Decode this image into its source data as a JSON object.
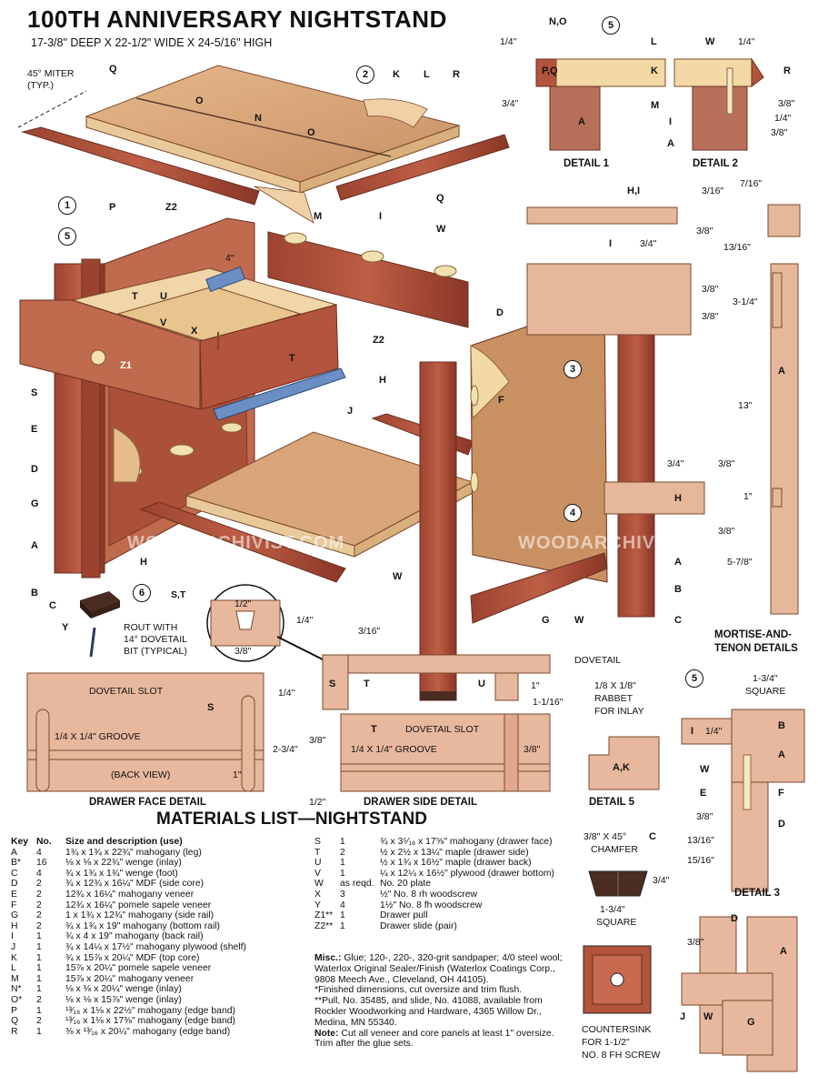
{
  "header": {
    "title": "100TH ANNIVERSARY NIGHTSTAND",
    "subtitle": "17-3/8\" DEEP X 22-1/2\" WIDE X 24-5/16\" HIGH"
  },
  "main_labels": {
    "miter": "45° MITER",
    "miter_typ": "(TYP.)",
    "q1": "Q",
    "o1": "O",
    "n": "N",
    "o2": "O",
    "k": "K",
    "l": "L",
    "r": "R",
    "p": "P",
    "m": "M",
    "q2": "Q",
    "z2a": "Z2",
    "dim4": "4\"",
    "i1": "I",
    "w1": "W",
    "t1": "T",
    "u": "U",
    "v": "V",
    "x": "X",
    "z1": "Z1",
    "t2": "T",
    "z2b": "Z2",
    "s": "S",
    "e": "E",
    "d1": "D",
    "g1": "G",
    "a1": "A",
    "b1": "B",
    "c": "C",
    "y": "Y",
    "j": "J",
    "h1": "H",
    "h2": "H",
    "w2": "W",
    "d2": "D",
    "f": "F",
    "a2": "A",
    "b2": "B",
    "g2": "G",
    "w3": "W",
    "c2": "C"
  },
  "circled": [
    "1",
    "2",
    "3",
    "4",
    "5",
    "6",
    "5",
    "5"
  ],
  "rout_note": [
    "ROUT WITH",
    "14° DOVETAIL",
    "BIT (TYPICAL)"
  ],
  "drawer_face": {
    "caption": "DRAWER FACE DETAIL",
    "dovetail_slot": "DOVETAIL SLOT",
    "groove": "1/4 X 1/4\" GROOVE",
    "back_view": "(BACK VIEW)",
    "s": "S",
    "dim_top": "1/4\"",
    "dim_height": "2-3/4\"",
    "dim_bottom": "1\"",
    "dim_half": "1/2\"",
    "st": "S,T",
    "dim_half_top": "1/2\"",
    "dim_quarter": "1/4\"",
    "dim_38": "3/8\""
  },
  "drawer_side": {
    "caption": "DRAWER SIDE DETAIL",
    "dovetail_slot": "DOVETAIL SLOT",
    "groove": "1/4 X 1/4\" GROOVE",
    "t": "T",
    "s": "S",
    "t2": "T",
    "u": "U",
    "dim_316": "3/16\"",
    "dim_38": "3/8\"",
    "dim_38b": "3/8\"",
    "dim_1": "1\"",
    "dim_1116": "1-1/16\"",
    "dovetail": "DOVETAIL"
  },
  "detail1": {
    "caption": "DETAIL 1",
    "no": "N,O",
    "pq": "P,Q",
    "a": "A",
    "dim_14": "1/4\"",
    "dim_34": "3/4\""
  },
  "detail2": {
    "caption": "DETAIL 2",
    "l": "L",
    "w": "W",
    "k": "K",
    "m": "M",
    "r": "R",
    "i": "I",
    "a": "A",
    "dim_14": "1/4\"",
    "dim_38": "3/8\"",
    "dim_14b": "1/4\"",
    "dim_38b": "3/8\""
  },
  "mortise": {
    "caption1": "MORTISE-AND-",
    "caption2": "TENON DETAILS",
    "hi": "H,I",
    "i": "I",
    "a": "A",
    "h": "H",
    "d316": "3/16\"",
    "d716": "7/16\"",
    "d38a": "3/8\"",
    "d34": "3/4\"",
    "d1316": "13/16\"",
    "d38b": "3/8\"",
    "d314": "3-1/4\"",
    "d38c": "3/8\"",
    "d13": "13\"",
    "d34b": "3/4\"",
    "d38d": "3/8\"",
    "d1": "1\"",
    "d38e": "3/8\"",
    "d578": "5-7/8\""
  },
  "detail3": {
    "caption": "DETAIL 3",
    "sq": "1-3/4\"",
    "square": "SQUARE",
    "i": "I",
    "d14": "1/4\"",
    "b": "B",
    "a": "A",
    "w": "W",
    "e": "E",
    "f": "F",
    "d": "D",
    "d38": "3/8\"",
    "d1316": "13/16\"",
    "d1516": "15/16\""
  },
  "detail4": {
    "d": "D",
    "a": "A",
    "d38": "3/8\"",
    "j": "J",
    "w": "W",
    "g": "G"
  },
  "detail5": {
    "caption": "DETAIL 5",
    "note1": "1/8 X 1/8\"",
    "note2": "RABBET",
    "note3": "FOR INLAY",
    "ak": "A,K"
  },
  "foot": {
    "chamfer1": "3/8\" X 45°",
    "chamfer2": "CHAMFER",
    "c": "C",
    "d34": "3/4\"",
    "sq": "1-3/4\"",
    "square": "SQUARE",
    "cs1": "COUNTERSINK",
    "cs2": "FOR 1-1/2\"",
    "cs3": "NO. 8 FH SCREW"
  },
  "watermark": "WOODARCHIVIST.COM",
  "materials": {
    "title": "MATERIALS LIST—NIGHTSTAND",
    "headers": [
      "Key",
      "No.",
      "Size and description (use)"
    ],
    "left": [
      [
        "A",
        "4",
        "1¾ x 1¾ x 22¾\" mahogany (leg)"
      ],
      [
        "B*",
        "16",
        "⅛ x ⅛ x 22¾\" wenge (inlay)"
      ],
      [
        "C",
        "4",
        "¾ x 1¾ x 1¾\" wenge (foot)"
      ],
      [
        "D",
        "2",
        "¾ x 12¾ x 16¼\" MDF (side core)"
      ],
      [
        "E",
        "2",
        "12¾ x 16¼\" mahogany veneer"
      ],
      [
        "F",
        "2",
        "12¾ x 16¼\" pomele sapele veneer"
      ],
      [
        "G",
        "2",
        "1 x 1¾ x 12¾\" mahogany (side rail)"
      ],
      [
        "H",
        "2",
        "¾ x 1¾ x 19\" mahogany (bottom rail)"
      ],
      [
        "I",
        "1",
        "¾ x 4 x 19\" mahogany (back rail)"
      ],
      [
        "J",
        "1",
        "¾ x 14¼ x 17½\" mahogany plywood (shelf)"
      ],
      [
        "K",
        "1",
        "¾ x 15⅞ x 20¼\" MDF (top core)"
      ],
      [
        "L",
        "1",
        "15⅞ x 20¼\" pomele sapele veneer"
      ],
      [
        "M",
        "1",
        "15⅞ x 20¼\" mahogany veneer"
      ],
      [
        "N*",
        "1",
        "⅛ x ⅛ x 20¼\" wenge (inlay)"
      ],
      [
        "O*",
        "2",
        "⅛ x ⅛ x 15⅞\" wenge (inlay)"
      ],
      [
        "P",
        "1",
        "¹³⁄₁₆ x 1⅛ x 22½\" mahogany (edge band)"
      ],
      [
        "Q",
        "2",
        "¹³⁄₁₆ x 1⅛ x 17⅜\" mahogany (edge band)"
      ],
      [
        "R",
        "1",
        "⅜ x ¹³⁄₁₆ x 20¼\" mahogany (edge band)"
      ]
    ],
    "right": [
      [
        "S",
        "1",
        "¾ x 3⁵⁄₁₆ x 17⅝\" mahogany (drawer face)"
      ],
      [
        "T",
        "2",
        "½ x 2½ x 13¼\" maple (drawer side)"
      ],
      [
        "U",
        "1",
        "½ x 1¾ x 16½\" maple (drawer back)"
      ],
      [
        "V",
        "1",
        "¼ x 12¼ x 16½\" plywood (drawer bottom)"
      ],
      [
        "W",
        "as reqd.",
        "No. 20 plate"
      ],
      [
        "X",
        "3",
        "½\" No. 8 rh woodscrew"
      ],
      [
        "Y",
        "4",
        "1½\" No. 8 fh woodscrew"
      ],
      [
        "Z1**",
        "1",
        "Drawer pull"
      ],
      [
        "Z2**",
        "1",
        "Drawer slide (pair)"
      ]
    ],
    "misc_label": "Misc.:",
    "misc_text": "Glue; 120-, 220-, 320-grit sandpaper; 4/0 steel wool; Waterlox Original Sealer/Finish (Waterlox Coatings Corp., 9808 Meech Ave., Cleveland, OH 44105).",
    "footnote1": "*Finished dimensions, cut oversize and trim flush.",
    "footnote2": "**Pull, No. 35485, and slide, No. 41088, available from Rockler Woodworking and Hardware, 4365 Willow Dr., Medina, MN 55340.",
    "note_label": "Note:",
    "note_text": "Cut all veneer and core panels at least 1\" oversize. Trim after the glue sets."
  },
  "colors": {
    "mahogany": "#b3543c",
    "mahogany_dark": "#8e3a2a",
    "maple": "#f2d9a6",
    "veneer": "#d9a67a",
    "mdf": "#e9c99a",
    "wenge": "#4a2c22",
    "slide": "#6b8fc4"
  }
}
